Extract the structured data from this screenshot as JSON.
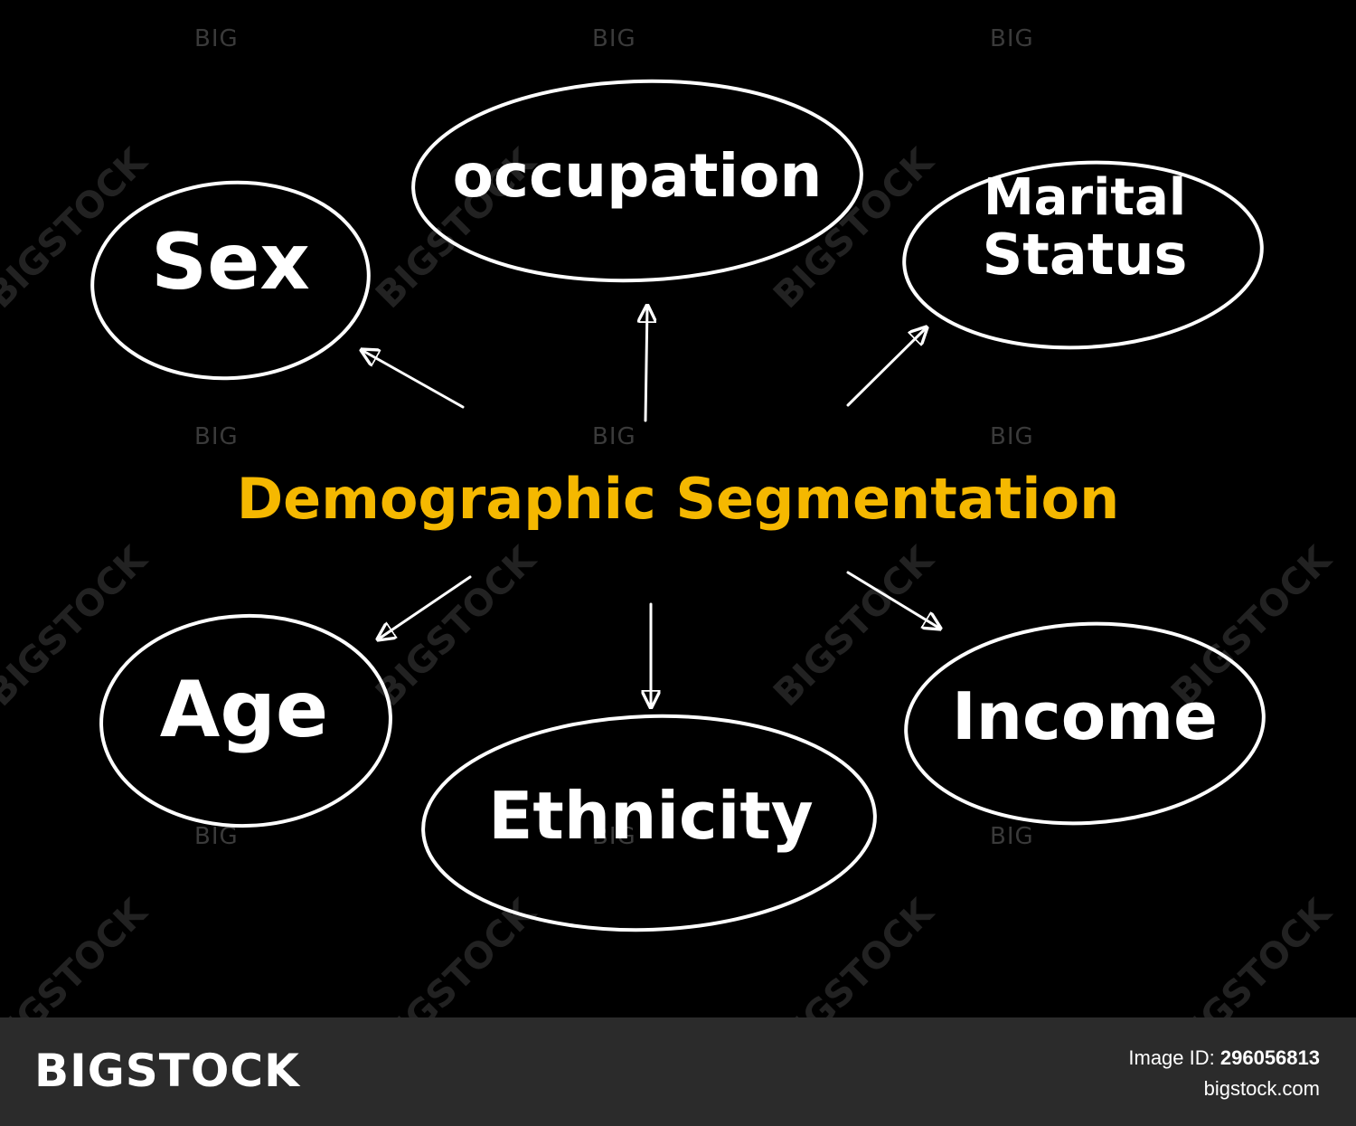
{
  "diagram": {
    "center": "Demographic Segmentation",
    "nodes": [
      {
        "id": "sex",
        "label": "Sex"
      },
      {
        "id": "occupation",
        "label": "occupation"
      },
      {
        "id": "marital",
        "label_line1": "Marital",
        "label_line2": "Status"
      },
      {
        "id": "age",
        "label": "Age"
      },
      {
        "id": "ethnicity",
        "label": "Ethnicity"
      },
      {
        "id": "income",
        "label": "Income"
      }
    ],
    "colors": {
      "background": "#000000",
      "center_text": "#f5b800",
      "node_text": "#ffffff",
      "lines": "#ffffff"
    }
  },
  "watermark": {
    "big": "BIG",
    "stock": "BIGSTOCK"
  },
  "footer": {
    "brand": "BIGSTOCK",
    "image_id_label": "Image ID:",
    "image_id_value": "296056813",
    "site": "bigstock.com",
    "background": "#2b2b2b"
  }
}
